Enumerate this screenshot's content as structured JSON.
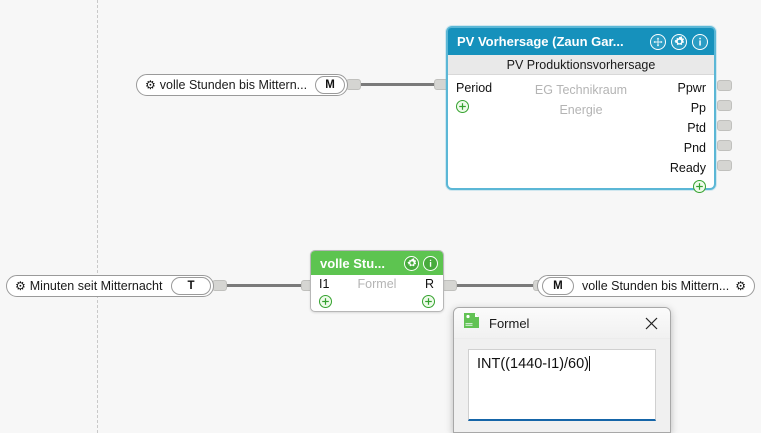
{
  "canvas": {
    "background_color": "#f7f7f7",
    "guide_color": "#c9c9c9"
  },
  "pv_node": {
    "title": "PV Vorhersage (Zaun Gar...",
    "subtitle": "PV Produktionsvorhersage",
    "header_color": "#1691bc",
    "border_color": "#5bb7d6",
    "center_text_line1": "EG Technikraum",
    "center_text_line2": "Energie",
    "input_label": "Period",
    "outputs": [
      "Ppwr",
      "Pp",
      "Ptd",
      "Pnd",
      "Ready"
    ],
    "icons": [
      "move-icon",
      "gear-icon",
      "info-icon"
    ],
    "add_input_icon": "plus-circle-icon",
    "add_output_icon": "plus-circle-icon"
  },
  "formel_node": {
    "title": "volle Stu...",
    "header_color": "#5dc450",
    "input_label": "I1",
    "middle_label": "Formel",
    "output_label": "R",
    "icons": [
      "gear-icon",
      "info-icon"
    ],
    "add_input_icon": "plus-circle-icon",
    "add_output_icon": "plus-circle-icon"
  },
  "pills": {
    "top_source": {
      "label": "volle Stunden bis Mittern...",
      "port": "M",
      "gear_icon": "gear-icon"
    },
    "left_input": {
      "label": "Minuten seit Mitternacht",
      "port": "T",
      "gear_icon": "gear-icon"
    },
    "right_output": {
      "label": "volle Stunden bis Mittern...",
      "port": "M",
      "gear_icon": "gear-icon"
    }
  },
  "dialog": {
    "title": "Formel",
    "app_icon": "document-icon",
    "close_icon": "close-icon",
    "formula_value": "INT((1440-I1)/60)",
    "focus_border_color": "#1565a8"
  }
}
